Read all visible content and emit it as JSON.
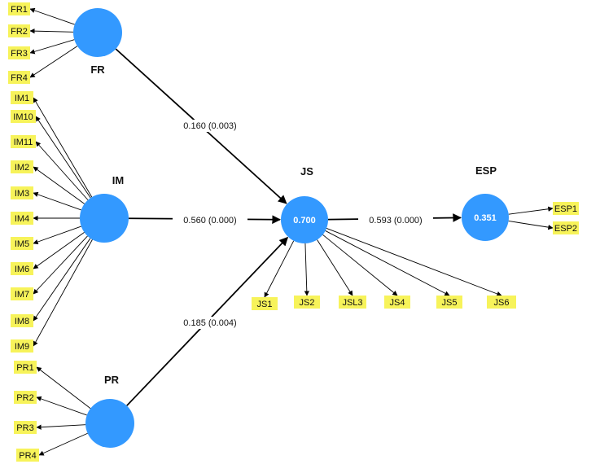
{
  "colors": {
    "latent_fill": "#3399ff",
    "indicator_fill": "#f7f35a",
    "edge": "#000000"
  },
  "latents": [
    {
      "id": "FR",
      "name": "FR",
      "r2": ""
    },
    {
      "id": "IM",
      "name": "IM",
      "r2": ""
    },
    {
      "id": "PR",
      "name": "PR",
      "r2": ""
    },
    {
      "id": "JS",
      "name": "JS",
      "r2": "0.700"
    },
    {
      "id": "ESP",
      "name": "ESP",
      "r2": "0.351"
    }
  ],
  "indicators": {
    "FR": [
      "FR1",
      "FR2",
      "FR3",
      "FR4"
    ],
    "IM": [
      "IM1",
      "IM10",
      "IM11",
      "IM2",
      "IM3",
      "IM4",
      "IM5",
      "IM6",
      "IM7",
      "IM8",
      "IM9"
    ],
    "PR": [
      "PR1",
      "PR2",
      "PR3",
      "PR4"
    ],
    "JS": [
      "JS1",
      "JS2",
      "JSL3",
      "JS4",
      "JS5",
      "JS6"
    ],
    "ESP": [
      "ESP1",
      "ESP2"
    ]
  },
  "paths": [
    {
      "from": "FR",
      "to": "JS",
      "label": "0.160 (0.003)"
    },
    {
      "from": "IM",
      "to": "JS",
      "label": "0.560 (0.000)"
    },
    {
      "from": "PR",
      "to": "JS",
      "label": "0.185 (0.004)"
    },
    {
      "from": "JS",
      "to": "ESP",
      "label": "0.593 (0.000)"
    }
  ]
}
